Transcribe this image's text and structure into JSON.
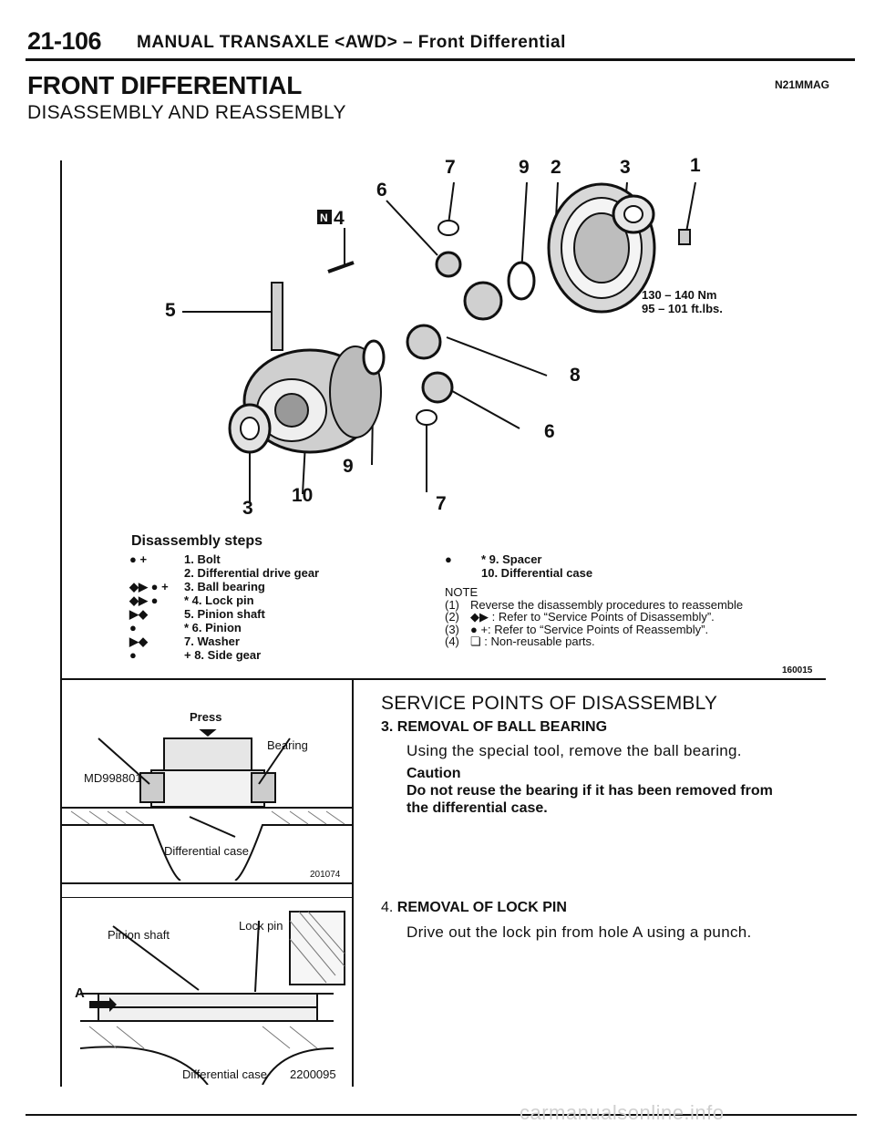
{
  "header": {
    "page_number": "21-106",
    "title": "MANUAL TRANSAXLE <AWD> – Front Differential"
  },
  "section": {
    "title": "FRONT DIFFERENTIAL",
    "code": "N21MMAG",
    "subtitle": "DISASSEMBLY AND REASSEMBLY"
  },
  "diagram": {
    "callouts": [
      "7",
      "9",
      "2",
      "3",
      "1",
      "6",
      "4",
      "5",
      "8",
      "6",
      "9",
      "3",
      "10",
      "7"
    ],
    "torque_line1": "130 – 140 Nm",
    "torque_line2": "95 – 101 ft.lbs.",
    "figure_number": "160015"
  },
  "disassembly": {
    "heading": "Disassembly steps",
    "left_steps": [
      {
        "mark": "●  +",
        "text": "1. Bolt"
      },
      {
        "mark": "",
        "text": "2. Differential drive gear"
      },
      {
        "mark": "◆▶ ● +",
        "text": "3. Ball bearing"
      },
      {
        "mark": "◆▶  ●",
        "text": "* 4. Lock pin"
      },
      {
        "mark": "▶◆",
        "text": "5. Pinion shaft"
      },
      {
        "mark": "●",
        "text": "* 6. Pinion"
      },
      {
        "mark": "▶◆",
        "text": "7. Washer"
      },
      {
        "mark": "●",
        "text": "+ 8. Side gear"
      }
    ],
    "right_steps": [
      {
        "mark": "●",
        "text": "* 9. Spacer"
      },
      {
        "mark": "",
        "text": "10. Differential case"
      }
    ],
    "note_heading": "NOTE",
    "notes": [
      {
        "num": "(1)",
        "text": "Reverse the disassembly procedures to reassemble"
      },
      {
        "num": "(2)",
        "text": "◆▶ : Refer to “Service Points of Disassembly”."
      },
      {
        "num": "(3)",
        "text": "●  +: Refer to “Service Points of Reassembly”."
      },
      {
        "num": "(4)",
        "text": "❏  : Non-reusable parts."
      }
    ]
  },
  "figures": {
    "press": {
      "press_label": "Press",
      "tool_label": "MD998801",
      "bearing_label": "Bearing",
      "case_label": "Differential case",
      "number": "201074"
    },
    "lockpin": {
      "shaft_label": "Pinion shaft",
      "pin_label": "Lock pin",
      "a_label": "A",
      "case_label": "Differential case",
      "number": "2200095"
    }
  },
  "service": {
    "heading": "SERVICE POINTS OF DISASSEMBLY",
    "item3_title": "3. REMOVAL OF BALL BEARING",
    "item3_body": "Using the special tool, remove the ball bearing.",
    "caution_title": "Caution",
    "caution_line1": "Do not reuse the bearing if it has been removed from",
    "caution_line2": "the differential case.",
    "item4_num": "4.",
    "item4_title": "REMOVAL OF LOCK PIN",
    "item4_body": "Drive out the lock pin from hole A using a punch."
  },
  "watermark": "carmanualsonline.info"
}
